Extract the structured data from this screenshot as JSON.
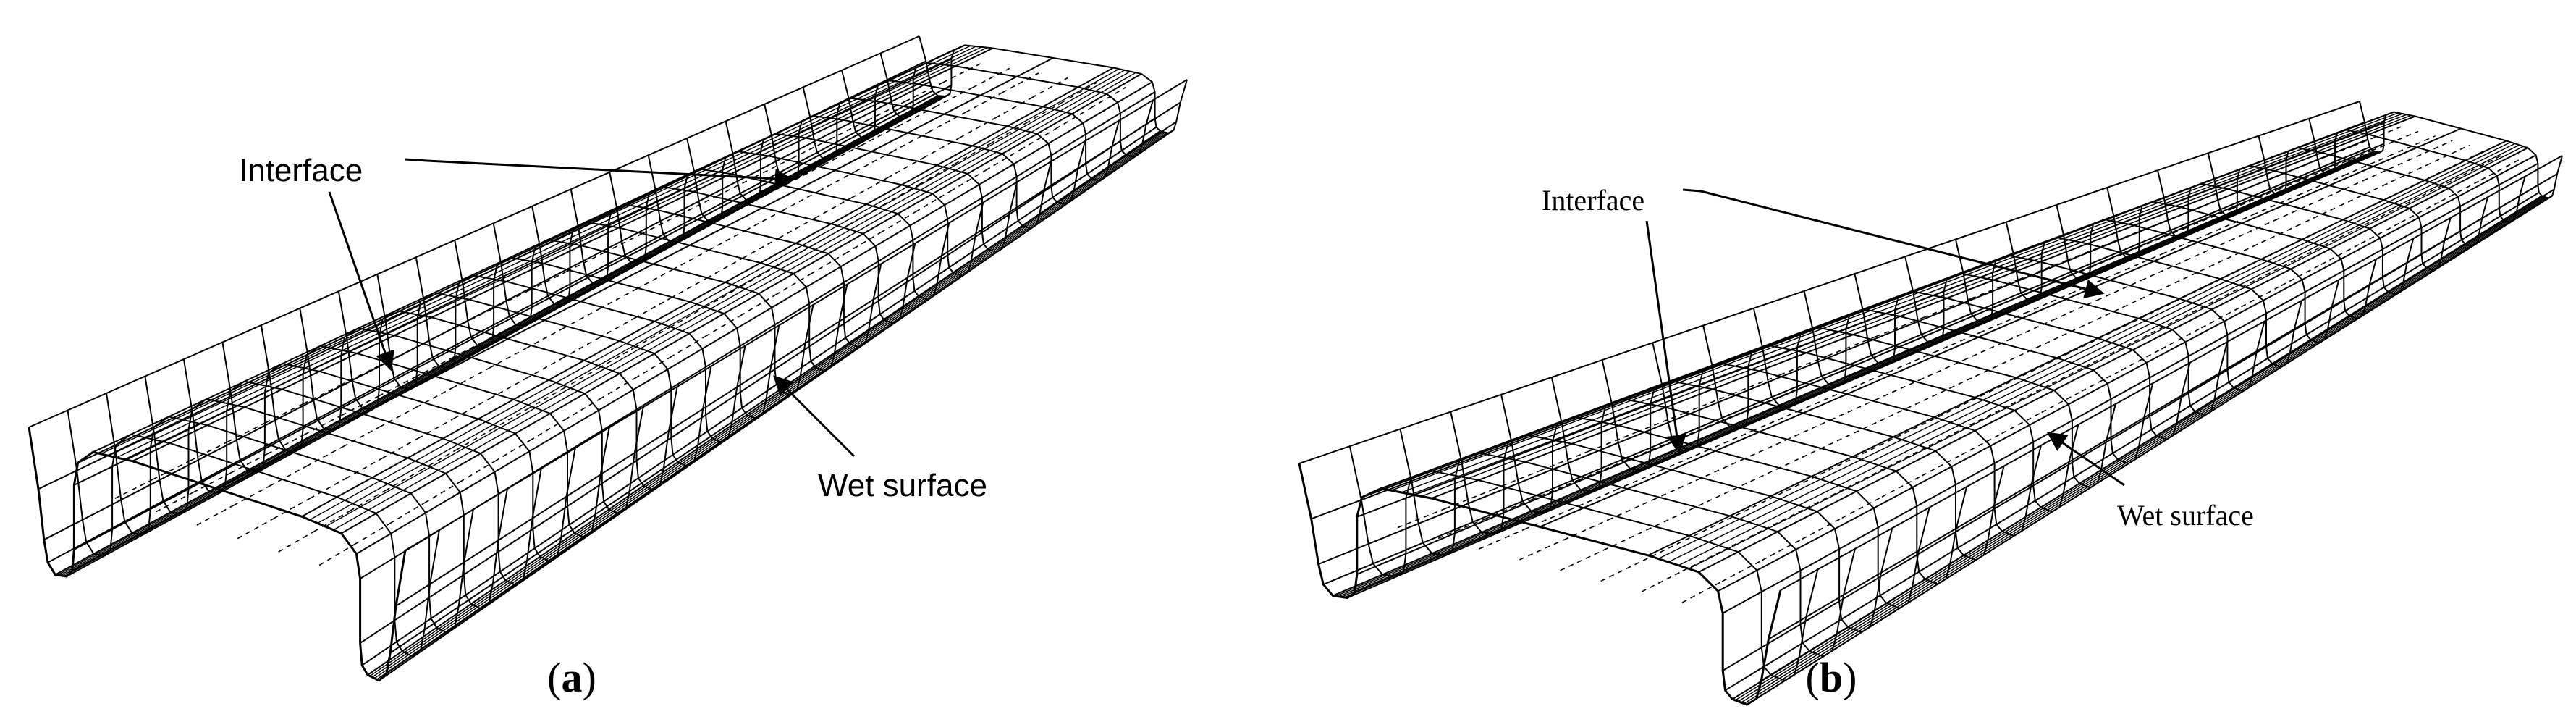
{
  "panels": [
    {
      "id": "a",
      "interface_label": "Interface",
      "wet_surface_label": "Wet surface",
      "caption_open": "(",
      "caption_letter": "a",
      "caption_close": ")"
    },
    {
      "id": "b",
      "interface_label": "Interface",
      "wet_surface_label": "Wet surface",
      "caption_open": "(",
      "caption_letter": "b",
      "caption_close": ")"
    }
  ],
  "colors": {
    "line": "#000000",
    "background": "#ffffff"
  }
}
